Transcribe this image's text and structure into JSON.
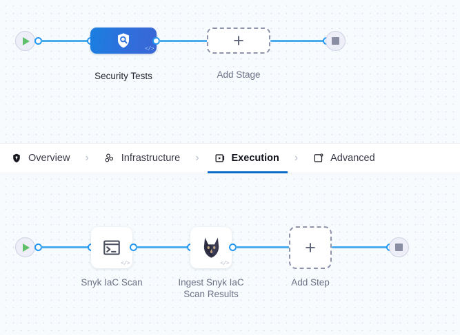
{
  "tabs": [
    {
      "label": "Overview",
      "icon": "shield-icon",
      "active": false
    },
    {
      "label": "Infrastructure",
      "icon": "nodes-icon",
      "active": false
    },
    {
      "label": "Execution",
      "icon": "play-frame-icon",
      "active": true
    },
    {
      "label": "Advanced",
      "icon": "card-gear-icon",
      "active": false
    }
  ],
  "tab_separator": "›",
  "stage_graph": {
    "start_node": {
      "name": "pipeline-start",
      "icon": "play-icon"
    },
    "end_node": {
      "name": "pipeline-end",
      "icon": "stop-icon"
    },
    "nodes": [
      {
        "label": "Security Tests",
        "icon": "shield-search-icon",
        "code_badge": "</>",
        "type": "stage"
      },
      {
        "label": "Add Stage",
        "icon": "plus-icon",
        "type": "add"
      }
    ]
  },
  "step_graph": {
    "start_node": {
      "name": "execution-start",
      "icon": "play-icon"
    },
    "end_node": {
      "name": "execution-end",
      "icon": "stop-icon"
    },
    "nodes": [
      {
        "label": "Snyk IaC Scan",
        "icon": "terminal-icon",
        "code_badge": "</>",
        "type": "step"
      },
      {
        "label": "Ingest Snyk IaC Scan Results",
        "label_line1": "Ingest Snyk IaC",
        "label_line2": "Scan Results",
        "icon": "snyk-dog-icon",
        "code_badge": "</>",
        "type": "step"
      },
      {
        "label": "Add Step",
        "icon": "plus-icon",
        "type": "add"
      }
    ]
  },
  "plus_glyph": "+",
  "colors": {
    "accent_blue": "#0b6bcb",
    "edge_blue": "#4aaced",
    "connector_blue": "#2196f3",
    "stage_node_blue": "#2f6fdb",
    "start_green": "#5ec16a",
    "stop_gray": "#8a8ea3",
    "canvas_bg": "#f7fbfd",
    "dot_grid": "#dde5ee",
    "tabbar_bg": "#ffffff",
    "caption_gray": "#6b7186",
    "caption_dark": "#22242f"
  }
}
